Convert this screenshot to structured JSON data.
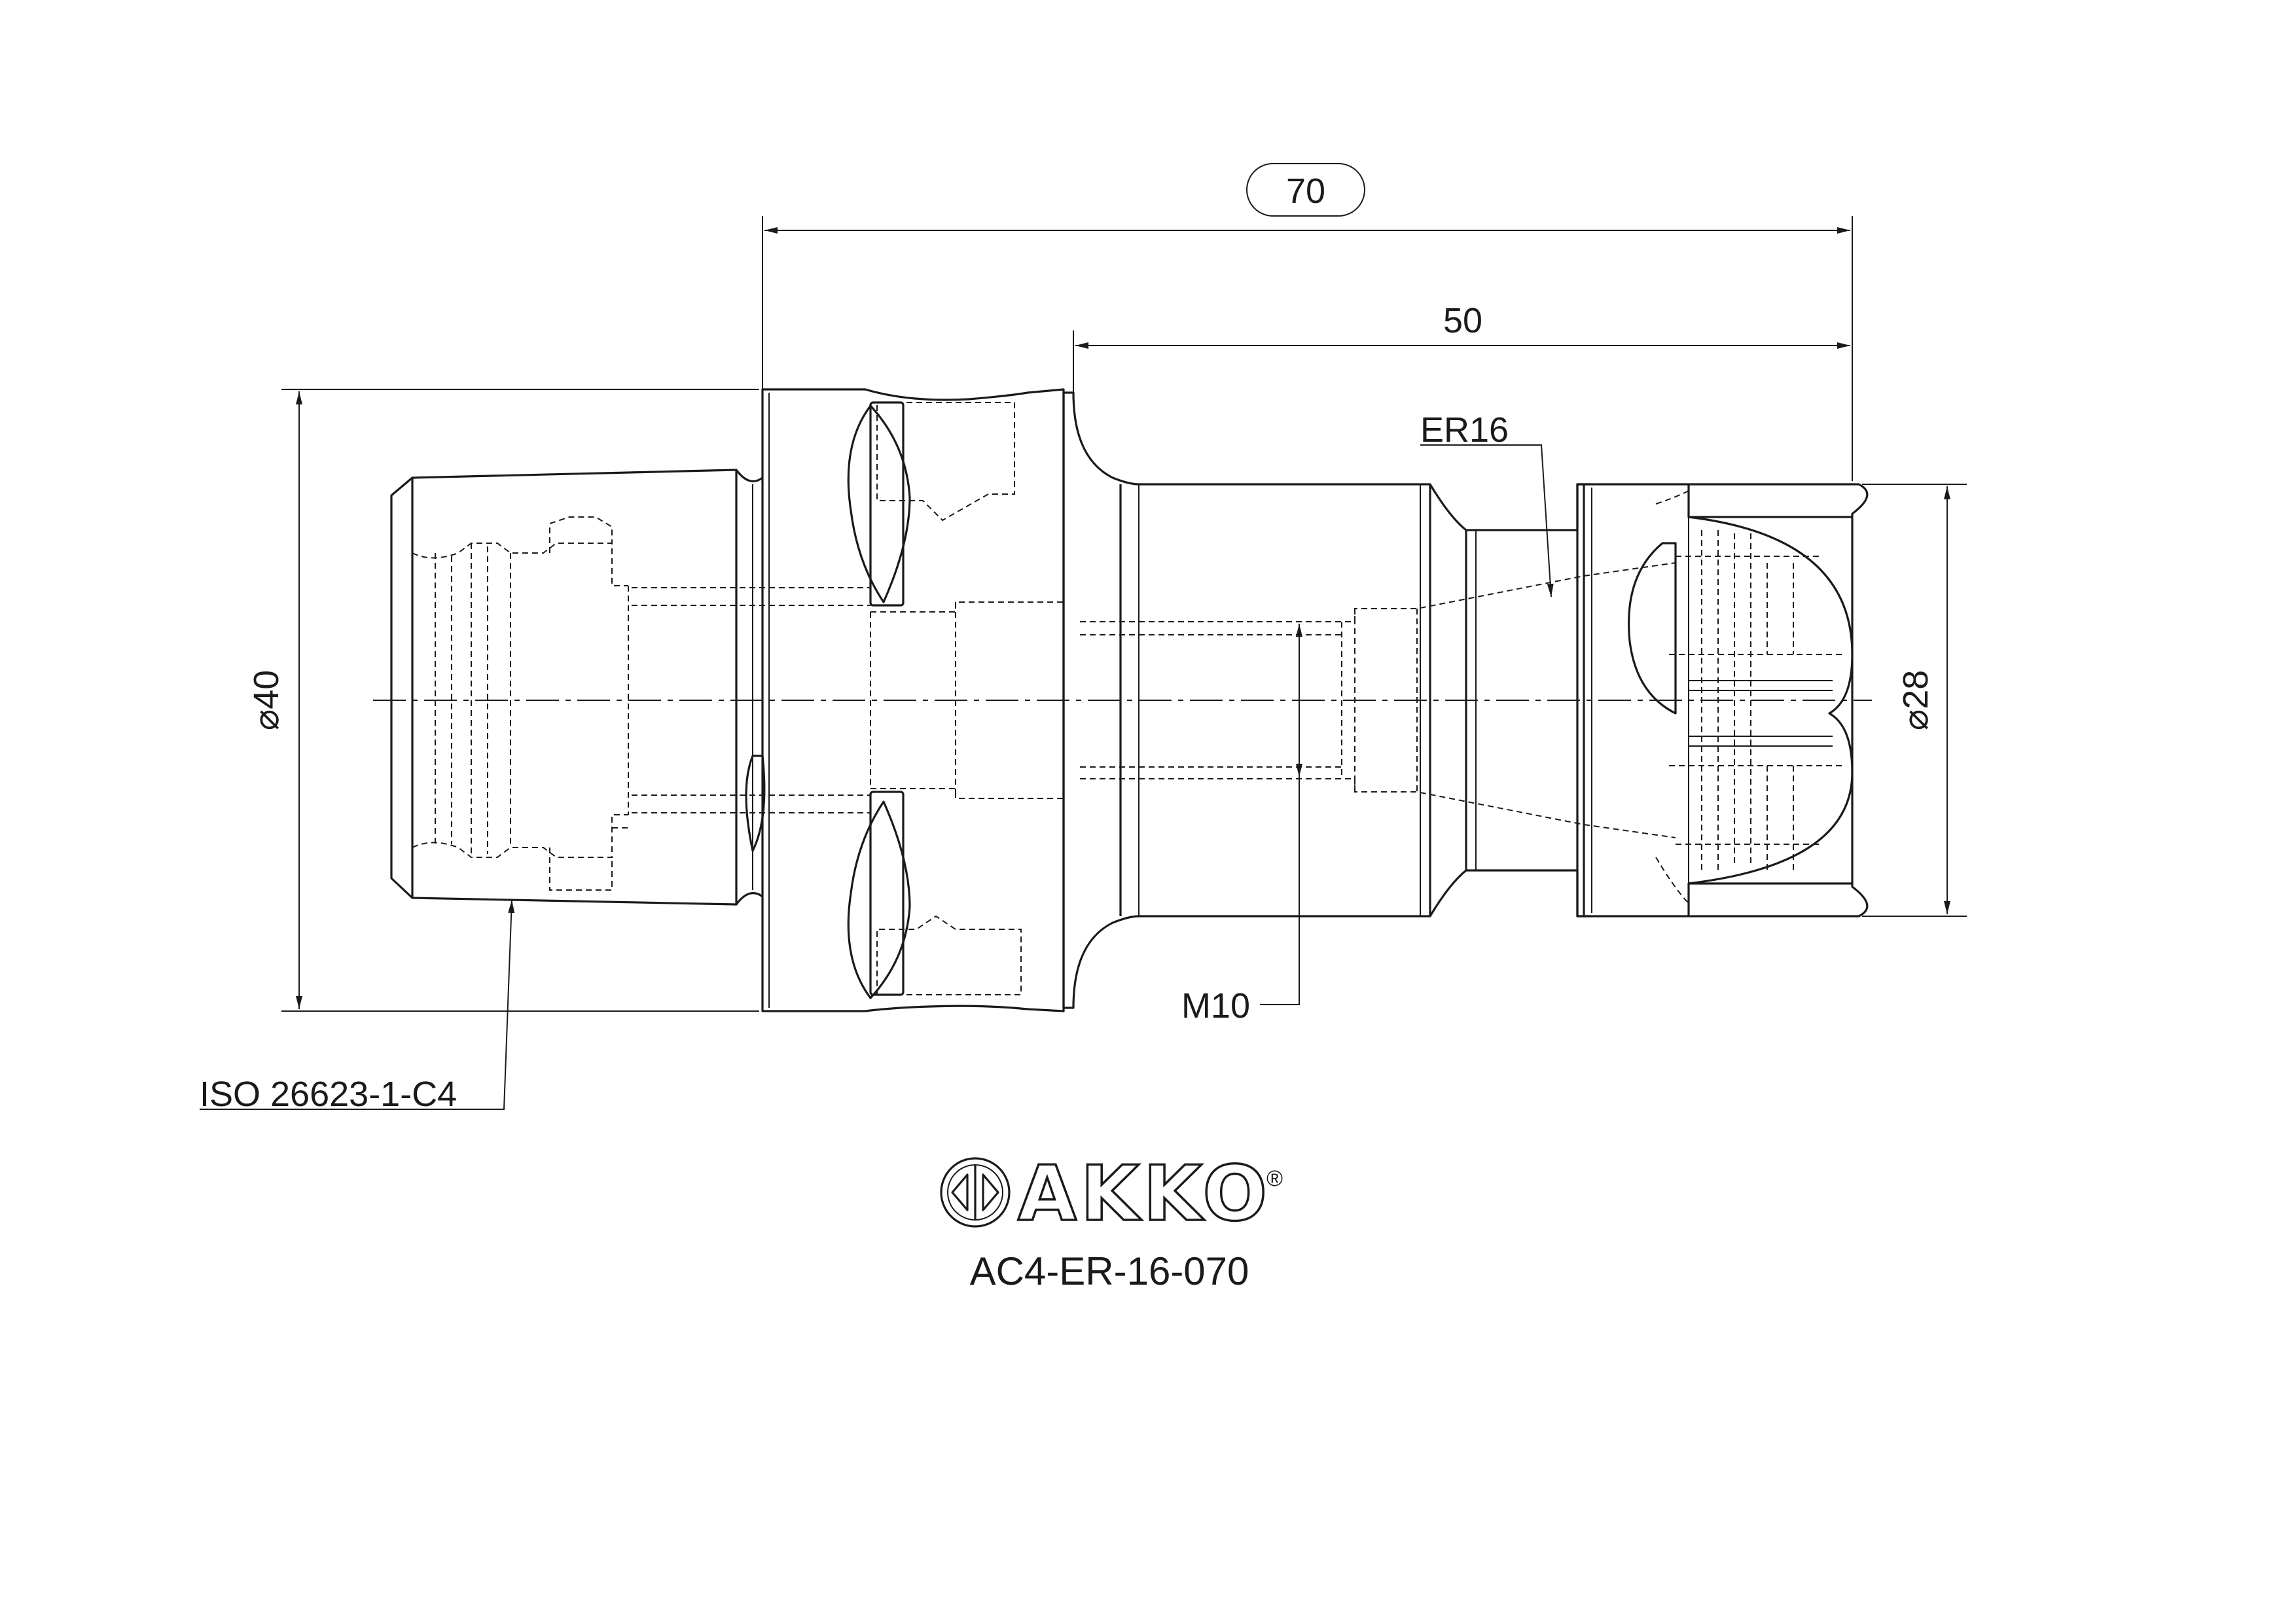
{
  "drawing": {
    "dimensions": {
      "overall_length": "70",
      "projection_length": "50",
      "flange_diameter": "⌀40",
      "nut_diameter": "⌀28",
      "thread": "M10"
    },
    "callouts": {
      "collet_system": "ER16",
      "shank_standard": "ISO 26623-1-C4"
    }
  },
  "title_block": {
    "brand": "AKKO",
    "registered_mark": "®",
    "part_number": "AC4-ER-16-070"
  },
  "icons": {
    "logo": "akko-logo-icon",
    "arrows": "dimension-arrow-icon"
  }
}
